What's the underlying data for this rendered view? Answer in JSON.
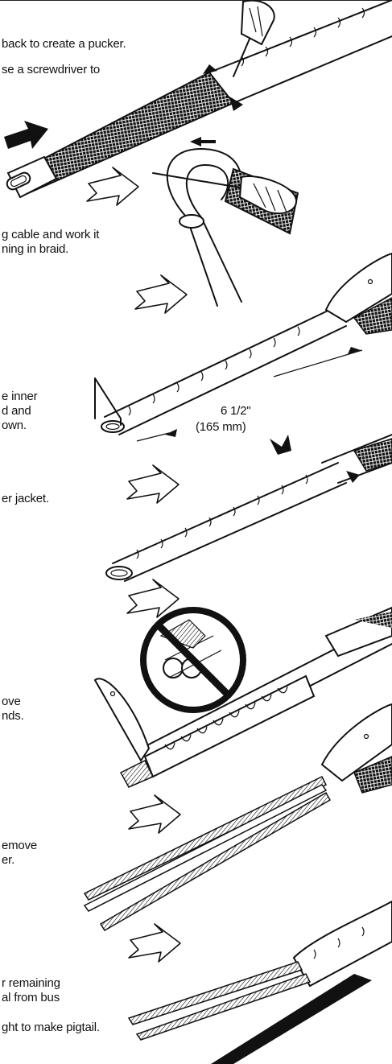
{
  "instructions": [
    {
      "id": "step1a",
      "text": "back to create a pucker."
    },
    {
      "id": "step1b",
      "text": "se a screwdriver to"
    },
    {
      "id": "step2a",
      "text": "g cable and work it"
    },
    {
      "id": "step2b",
      "text": "ning in braid."
    },
    {
      "id": "step3a",
      "text": "e inner"
    },
    {
      "id": "step3b",
      "text": "d and"
    },
    {
      "id": "step3c",
      "text": "own."
    },
    {
      "id": "step4a",
      "text": "er jacket."
    },
    {
      "id": "step5a",
      "text": "ove"
    },
    {
      "id": "step5b",
      "text": "nds."
    },
    {
      "id": "step6a",
      "text": "emove"
    },
    {
      "id": "step6b",
      "text": "er."
    },
    {
      "id": "step7a",
      "text": "r remaining"
    },
    {
      "id": "step7b",
      "text": "al from bus"
    },
    {
      "id": "step8a",
      "text": "ght to make pigtail."
    }
  ],
  "measurement": {
    "imperial": "6 1/2\"",
    "metric": "(165 mm)"
  },
  "icons": {
    "prohibition": "no-cutting-conductors-icon",
    "step_arrow": "hollow-down-arrow-icon",
    "push_arrow": "solid-push-arrow-icon"
  },
  "colors": {
    "ink": "#111111",
    "paper": "#ffffff"
  }
}
